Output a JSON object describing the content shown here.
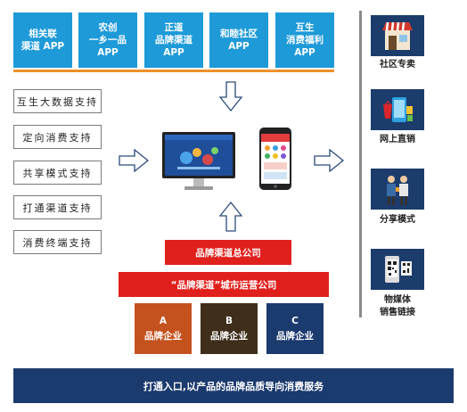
{
  "apps": [
    {
      "label": "相关联\n渠道 APP"
    },
    {
      "label": "农创\n一乡一品\nAPP"
    },
    {
      "label": "正道\n品牌渠道\nAPP"
    },
    {
      "label": "和睦社区\nAPP"
    },
    {
      "label": "互生\n消费福利\nAPP"
    }
  ],
  "supports": [
    "互生大数据支持",
    "定向消费支持",
    "共享模式支持",
    "打通渠道支持",
    "消费终端支持"
  ],
  "hq": "品牌渠道总公司",
  "city_ops": "“品牌渠道”城市运营公司",
  "enterprises": [
    {
      "letter": "A",
      "label": "品牌企业",
      "color": "#c4521e"
    },
    {
      "letter": "B",
      "label": "品牌企业",
      "color": "#3e2e1a"
    },
    {
      "letter": "C",
      "label": "品牌企业",
      "color": "#1b3a6e"
    }
  ],
  "footer": "打通入口,以产品的品牌品质导向消费服务",
  "side": [
    {
      "label": "社区专卖",
      "icon": "storefront-icon"
    },
    {
      "label": "网上直销",
      "icon": "online-shopping-icon"
    },
    {
      "label": "分享模式",
      "icon": "sharing-people-icon"
    },
    {
      "label": "物媒体\n销售链接",
      "icon": "qr-code-icon"
    }
  ]
}
